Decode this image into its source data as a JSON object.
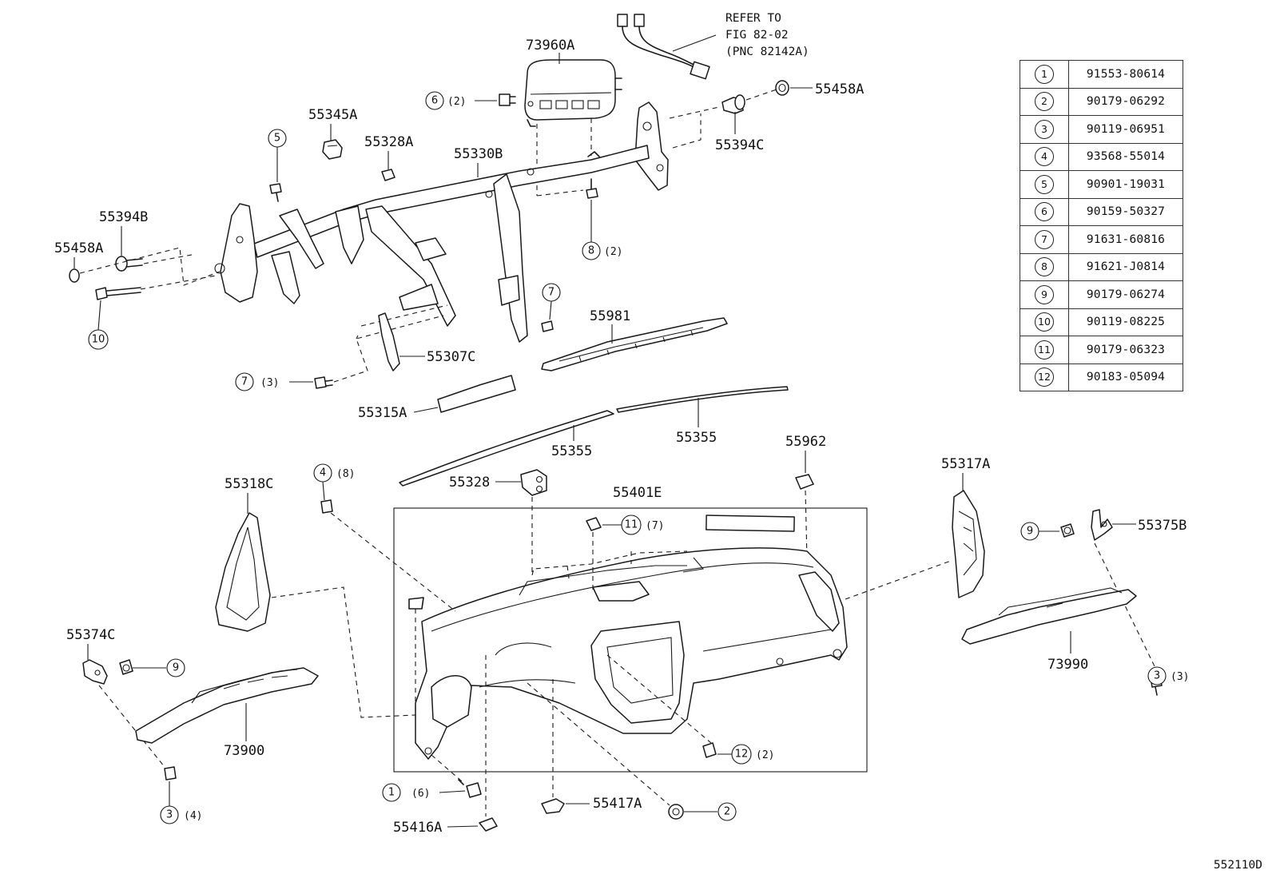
{
  "note": {
    "line1": "REFER TO",
    "line2": "FIG 82-02",
    "line3": "(PNC 82142A)"
  },
  "figure_code": "552110D",
  "fasteners": [
    {
      "ref": "1",
      "part": "91553-80614"
    },
    {
      "ref": "2",
      "part": "90179-06292"
    },
    {
      "ref": "3",
      "part": "90119-06951"
    },
    {
      "ref": "4",
      "part": "93568-55014"
    },
    {
      "ref": "5",
      "part": "90901-19031"
    },
    {
      "ref": "6",
      "part": "90159-50327"
    },
    {
      "ref": "7",
      "part": "91631-60816"
    },
    {
      "ref": "8",
      "part": "91621-J0814"
    },
    {
      "ref": "9",
      "part": "90179-06274"
    },
    {
      "ref": "10",
      "part": "90119-08225"
    },
    {
      "ref": "11",
      "part": "90179-06323"
    },
    {
      "ref": "12",
      "part": "90183-05094"
    }
  ],
  "labels": {
    "p73960A": "73960A",
    "p55458A_r": "55458A",
    "p55394C": "55394C",
    "p55345A": "55345A",
    "p55328A": "55328A",
    "p55330B": "55330B",
    "p55394B": "55394B",
    "p55458A_l": "55458A",
    "p55981": "55981",
    "p55307C": "55307C",
    "p55315A": "55315A",
    "p55355_a": "55355",
    "p55355_b": "55355",
    "p55962": "55962",
    "p55317A": "55317A",
    "p55328": "55328",
    "p55401E": "55401E",
    "p55318C": "55318C",
    "p55375B": "55375B",
    "p55374C": "55374C",
    "p73990": "73990",
    "p73900": "73900",
    "p55417A": "55417A",
    "p55416A": "55416A"
  },
  "callouts": {
    "c6": {
      "num": "6",
      "qty": "(2)"
    },
    "c5": {
      "num": "5",
      "qty": ""
    },
    "c8": {
      "num": "8",
      "qty": "(2)"
    },
    "c10": {
      "num": "10",
      "qty": ""
    },
    "c7a": {
      "num": "7",
      "qty": ""
    },
    "c7b": {
      "num": "7",
      "qty": "(3)"
    },
    "c4": {
      "num": "4",
      "qty": "(8)"
    },
    "c11": {
      "num": "11",
      "qty": "(7)"
    },
    "c9a": {
      "num": "9",
      "qty": ""
    },
    "c9b": {
      "num": "9",
      "qty": ""
    },
    "c3a": {
      "num": "3",
      "qty": "(3)"
    },
    "c3b": {
      "num": "3",
      "qty": "(4)"
    },
    "c12": {
      "num": "12",
      "qty": "(2)"
    },
    "c1": {
      "num": "1",
      "qty": "(6)"
    },
    "c2": {
      "num": "2",
      "qty": ""
    }
  }
}
